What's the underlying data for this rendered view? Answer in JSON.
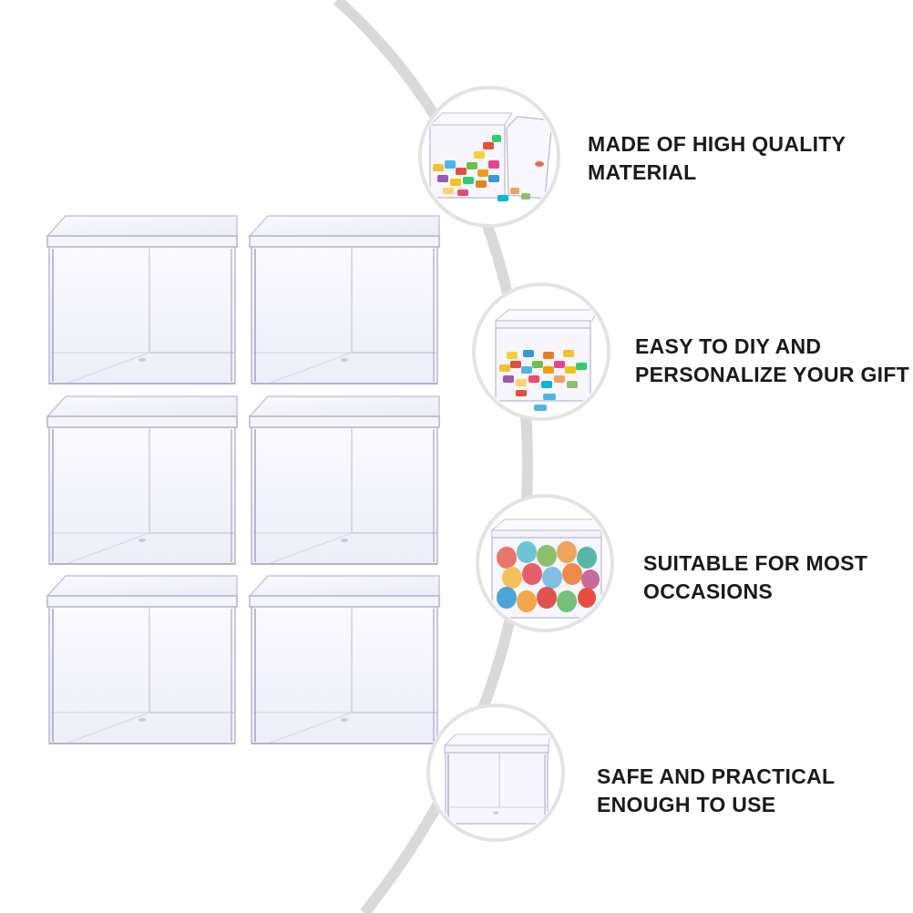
{
  "features": [
    {
      "line1": "MADE OF HIGH QUALITY",
      "line2": "MATERIAL",
      "image": "box-with-colorful-candy-and-open-lid"
    },
    {
      "line1": "EASY TO DIY AND",
      "line2": "PERSONALIZE YOUR GIFT",
      "image": "box-filled-with-colorful-candy"
    },
    {
      "line1": "SUITABLE FOR MOST",
      "line2": "OCCASIONS",
      "image": "box-filled-with-colorful-eggs"
    },
    {
      "line1": "SAFE AND PRACTICAL",
      "line2": "ENOUGH TO USE",
      "image": "empty-clear-box"
    }
  ],
  "colors": {
    "background": "#ffffff",
    "text": "#1a1a1a",
    "arc": "#d9d9d9",
    "circle_border": "#e3e3e3",
    "box_edge": "#b8b8d0",
    "box_tint": "#f3f3fb"
  },
  "product": {
    "name": "clear acrylic square box",
    "count": 6,
    "layout": "3 rows x 2 columns"
  }
}
